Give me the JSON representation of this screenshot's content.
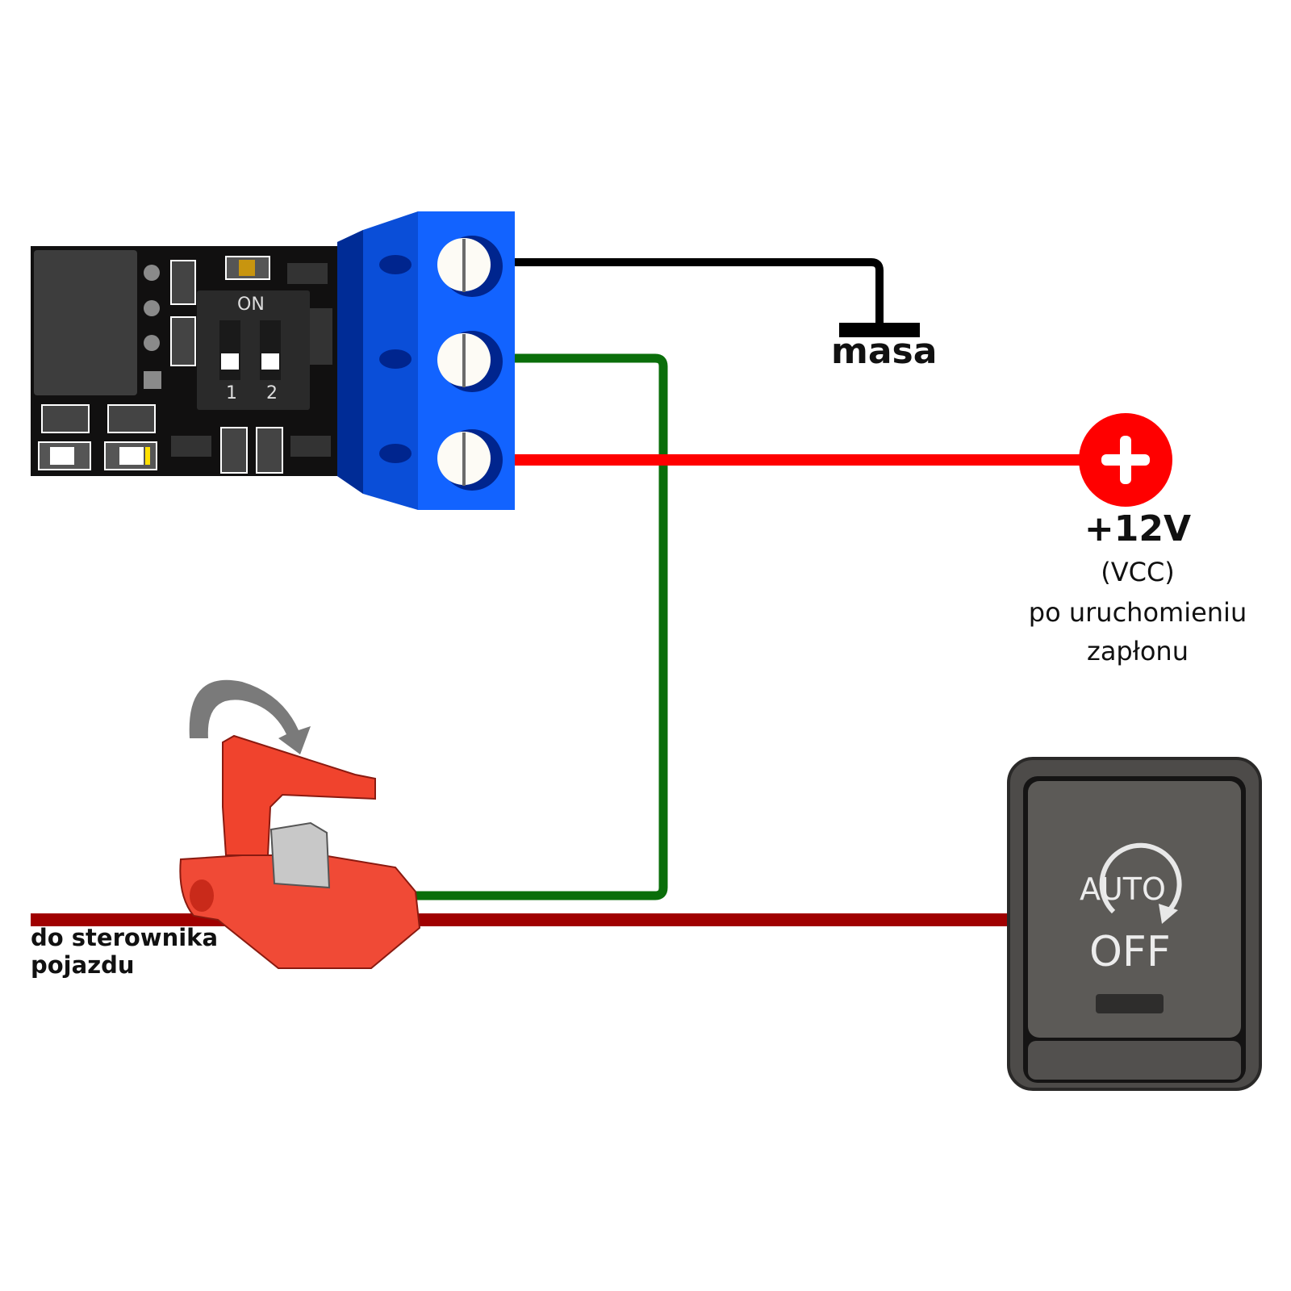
{
  "diagram": {
    "module": {
      "dip_switch": {
        "label": "ON",
        "positions": [
          "1",
          "2"
        ]
      },
      "terminal_block": {
        "screws": 3
      }
    },
    "wires": [
      {
        "name": "ground",
        "color": "#000000",
        "terminal": 1,
        "to": "masa"
      },
      {
        "name": "signal",
        "color": "#007000",
        "terminal": 2,
        "to": "wire-tap"
      },
      {
        "name": "power",
        "color": "#ff0000",
        "terminal": 3,
        "to": "+12V"
      },
      {
        "name": "vehicle-line",
        "color": "#a00000",
        "to": "button"
      }
    ],
    "labels": {
      "ground": "masa",
      "power_main": "+12V",
      "power_sub": "(VCC)",
      "power_desc_1": "po uruchomieniu",
      "power_desc_2": "zapłonu",
      "controller_1": "do sterownika",
      "controller_2": "pojazdu"
    },
    "button": {
      "top_text": "AUTO",
      "bottom_text": "OFF"
    },
    "colors": {
      "terminal_blue": "#1060ff",
      "terminal_dark": "#00259a",
      "pcb": "#101010",
      "plus_circle": "#ff0000",
      "tap_red": "#ee3a2a",
      "button_gray": "#5a5856"
    }
  }
}
